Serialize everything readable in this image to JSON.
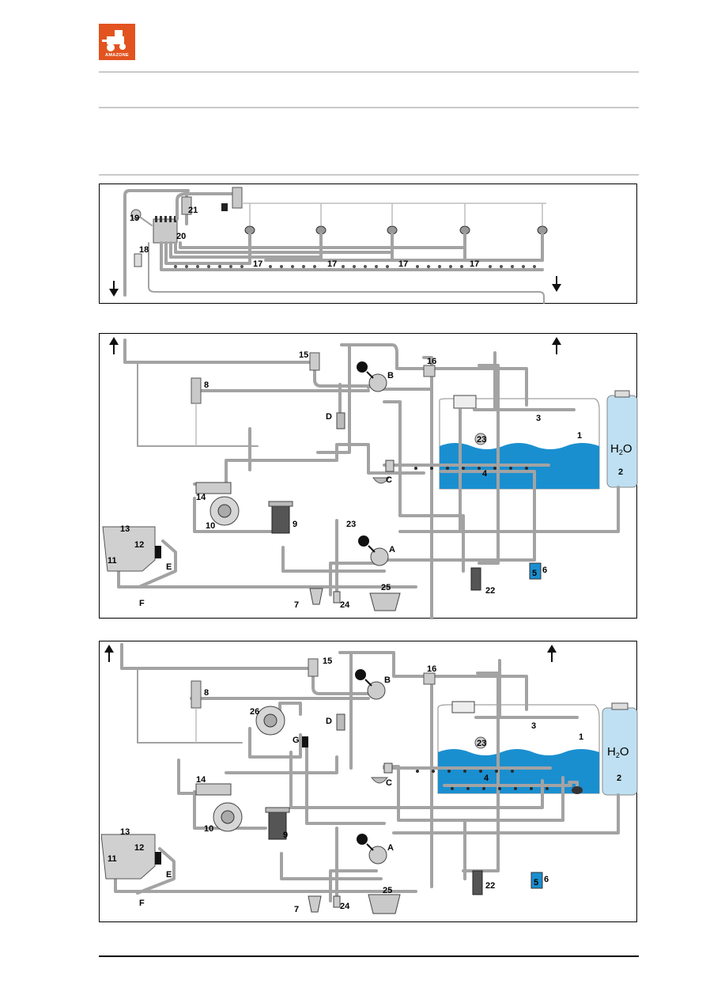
{
  "brand": {
    "logo_text": "AMAZONE",
    "logo_color": "#e2531f"
  },
  "colors": {
    "water": "#1a8fd0",
    "freshwater": "#bfe0f2",
    "pipe": "#a3a3a3"
  },
  "icons": [
    "arrow-down-icon",
    "arrow-up-icon",
    "pump-icon",
    "valve-icon",
    "filter-icon",
    "tank-icon",
    "nozzle-icon",
    "gauge-icon"
  ],
  "panel1": {
    "labels": {
      "n17": "17",
      "n18": "18",
      "n19": "19",
      "n20": "20",
      "n21": "21"
    }
  },
  "panel2": {
    "labels": {
      "n1": "1",
      "n2": "2",
      "n3": "3",
      "n4": "4",
      "n5": "5",
      "n6": "6",
      "n7": "7",
      "n8": "8",
      "n9": "9",
      "n10": "10",
      "n11": "11",
      "n12": "12",
      "n13": "13",
      "n14": "14",
      "n15": "15",
      "n16": "16",
      "n22": "22",
      "n23": "23",
      "n24": "24",
      "n25": "25",
      "A": "A",
      "B": "B",
      "C": "C",
      "D": "D",
      "E": "E",
      "F": "F",
      "h2o": "H",
      "h2o_sub": "2",
      "h2o_o": "O"
    }
  },
  "panel3": {
    "labels": {
      "n1": "1",
      "n2": "2",
      "n3": "3",
      "n4": "4",
      "n5": "5",
      "n6": "6",
      "n7": "7",
      "n8": "8",
      "n9": "9",
      "n10": "10",
      "n11": "11",
      "n12": "12",
      "n13": "13",
      "n14": "14",
      "n15": "15",
      "n16": "16",
      "n22": "22",
      "n23": "23",
      "n24": "24",
      "n25": "25",
      "n26": "26",
      "A": "A",
      "B": "B",
      "C": "C",
      "D": "D",
      "E": "E",
      "F": "F",
      "G": "G",
      "h2o": "H",
      "h2o_sub": "2",
      "h2o_o": "O"
    }
  }
}
